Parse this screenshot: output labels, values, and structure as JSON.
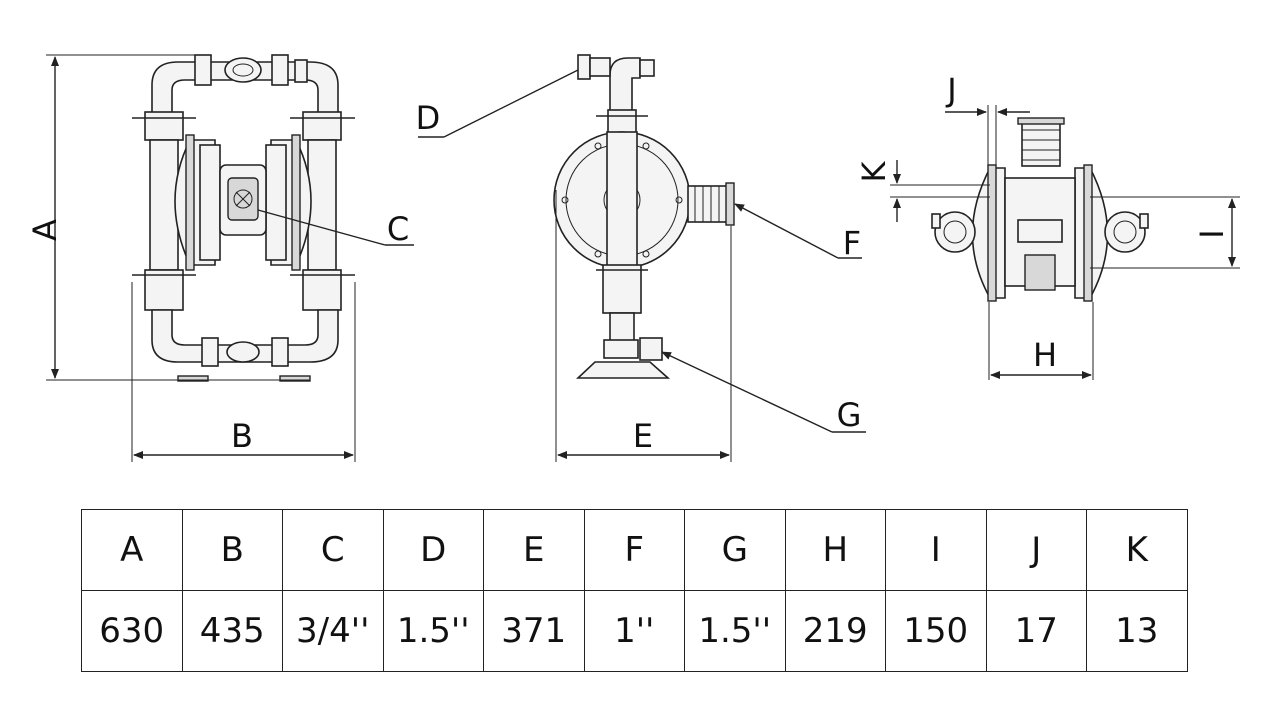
{
  "views": {
    "front": {
      "labels": {
        "A": "A",
        "B": "B",
        "C": "C"
      }
    },
    "side": {
      "labels": {
        "D": "D",
        "E": "E",
        "F": "F",
        "G": "G"
      }
    },
    "top": {
      "labels": {
        "H": "H",
        "I": "I",
        "J": "J",
        "K": "K"
      }
    }
  },
  "dimension_table": {
    "headers": [
      "A",
      "B",
      "C",
      "D",
      "E",
      "F",
      "G",
      "H",
      "I",
      "J",
      "K"
    ],
    "values": [
      "630",
      "435",
      "3/4''",
      "1.5''",
      "371",
      "1''",
      "1.5''",
      "219",
      "150",
      "17",
      "13"
    ]
  }
}
